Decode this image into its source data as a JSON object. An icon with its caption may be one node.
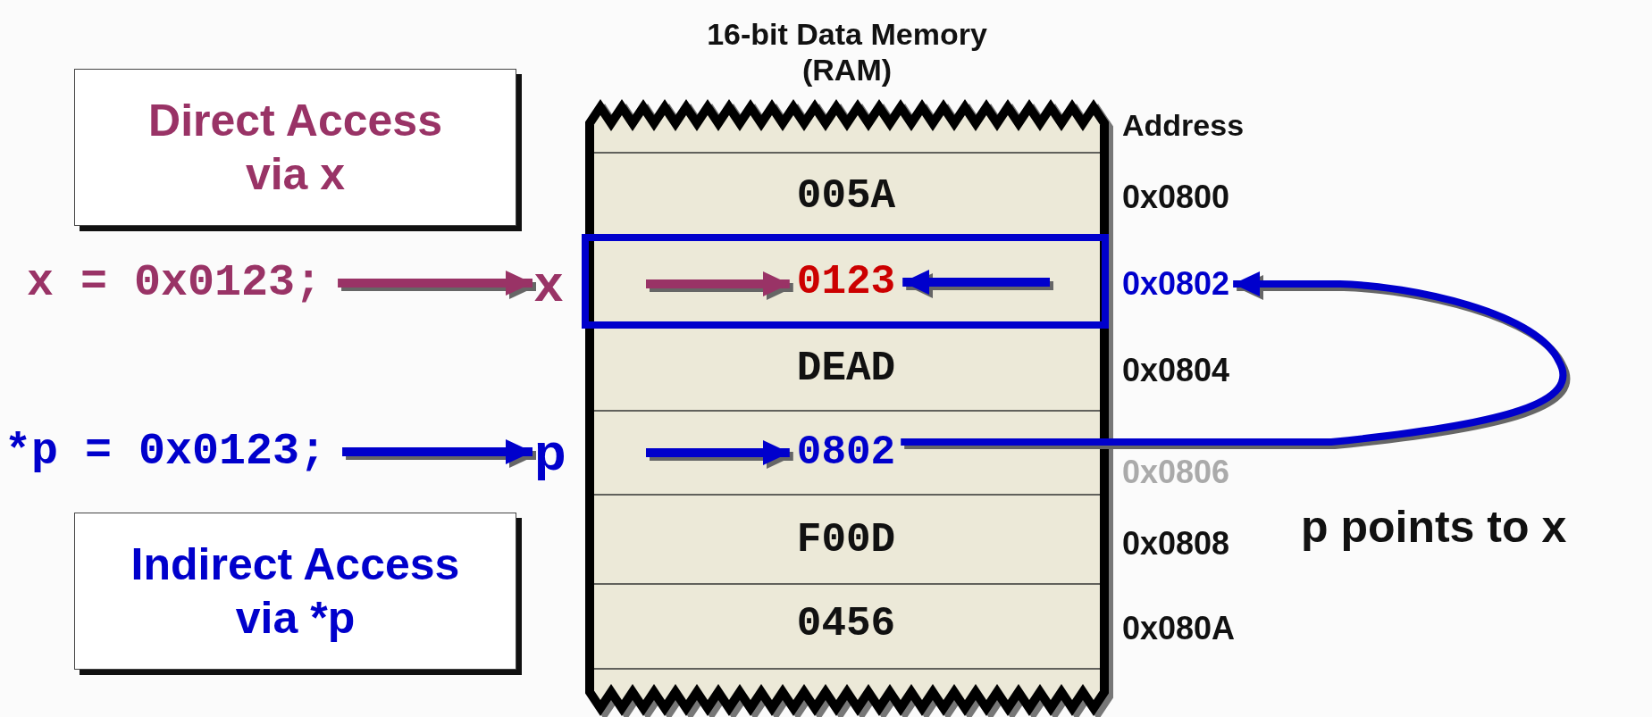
{
  "diagram": {
    "nodes": [
      {
        "text": [
          "Direct Access via x"
        ]
      },
      {
        "text": [
          "x = 0x0123;"
        ]
      },
      {
        "text": [
          "x"
        ]
      },
      {
        "text": [
          "*p = 0x0123;"
        ]
      },
      {
        "text": [
          "p"
        ]
      },
      {
        "text": [
          "Indirect Access via *p"
        ]
      },
      {
        "text": [
          "16-bit Data Memory (RAM)"
        ]
      },
      {
        "text": [
          "005A"
        ],
        "in": 6
      },
      {
        "text": [
          "0123"
        ],
        "in": 6
      },
      {
        "text": [
          "DEAD"
        ],
        "in": 6
      },
      {
        "text": [
          "0802"
        ],
        "in": 6
      },
      {
        "text": [
          "F00D"
        ],
        "in": 6
      },
      {
        "text": [
          "0456"
        ],
        "in": 6
      },
      {
        "text": [
          "0x0802"
        ]
      }
    ],
    "edges": [
      {
        "from": 1,
        "to": 2,
        "arrow": "to",
        "color": "#993366"
      },
      {
        "from": null,
        "to": 8,
        "arrow": "to",
        "color": "#993366"
      },
      {
        "from": null,
        "to": 8,
        "arrow": "to"
      },
      {
        "from": 3,
        "to": 4,
        "arrow": "to"
      },
      {
        "from": null,
        "to": 10,
        "arrow": "to"
      },
      {
        "from": 10,
        "to": 13,
        "arrow": "to"
      }
    ],
    "labels": [
      "Address",
      "0x0800",
      "0x0804",
      "0x0806",
      "0x0808",
      "0x080A",
      "p points to x"
    ]
  }
}
